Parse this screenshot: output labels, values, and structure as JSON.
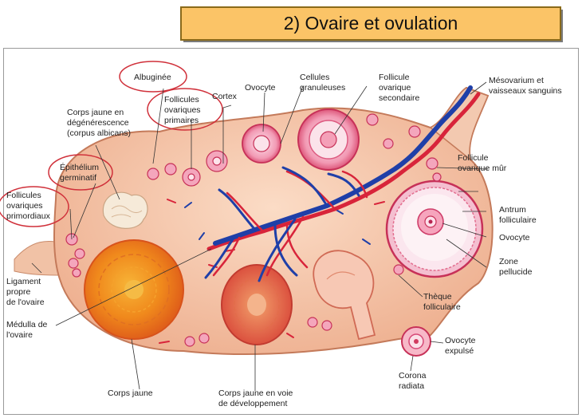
{
  "title": "2) Ovaire et ovulation",
  "labels": {
    "albuginee": "Albuginée",
    "follicules_primaires": [
      "Follicules",
      "ovariques",
      "primaires"
    ],
    "cortex": "Cortex",
    "ovocyte_top": "Ovocyte",
    "cellules_granuleuses": [
      "Cellules",
      "granuleuses"
    ],
    "follicule_secondaire": [
      "Follicule",
      "ovarique",
      "secondaire"
    ],
    "mesovarium": [
      "Mésovarium et",
      "vaisseaux sanguins"
    ],
    "corps_jaune_degen": [
      "Corps jaune en",
      "dégénérescence",
      "(corpus albicans)"
    ],
    "epithelium": [
      "Épithélium",
      "germinatif"
    ],
    "follicules_primordiaux": [
      "Follicules",
      "ovariques",
      "primordiaux"
    ],
    "follicule_mur": [
      "Follicule",
      "ovarique mûr"
    ],
    "antrum": [
      "Antrum",
      "folliculaire"
    ],
    "ovocyte_right": "Ovocyte",
    "zone_pellucide": [
      "Zone",
      "pellucide"
    ],
    "ligament": [
      "Ligament",
      "propre",
      "de l'ovaire"
    ],
    "medulla": [
      "Médulla de",
      "l'ovaire"
    ],
    "theque": [
      "Thèque",
      "folliculaire"
    ],
    "ovocyte_expulse": [
      "Ovocyte",
      "expulsé"
    ],
    "corona": [
      "Corona",
      "radiata"
    ],
    "corps_jaune": "Corps jaune",
    "corps_jaune_dev": [
      "Corps jaune en voie",
      "de développement"
    ]
  },
  "colors": {
    "title_bg": "#fbc467",
    "tissue": "#f6c3a6",
    "artery": "#d8243a",
    "vein": "#1f3fa8",
    "corpus_luteum": "#f08a1e",
    "highlight_ring": "#d0303a"
  }
}
